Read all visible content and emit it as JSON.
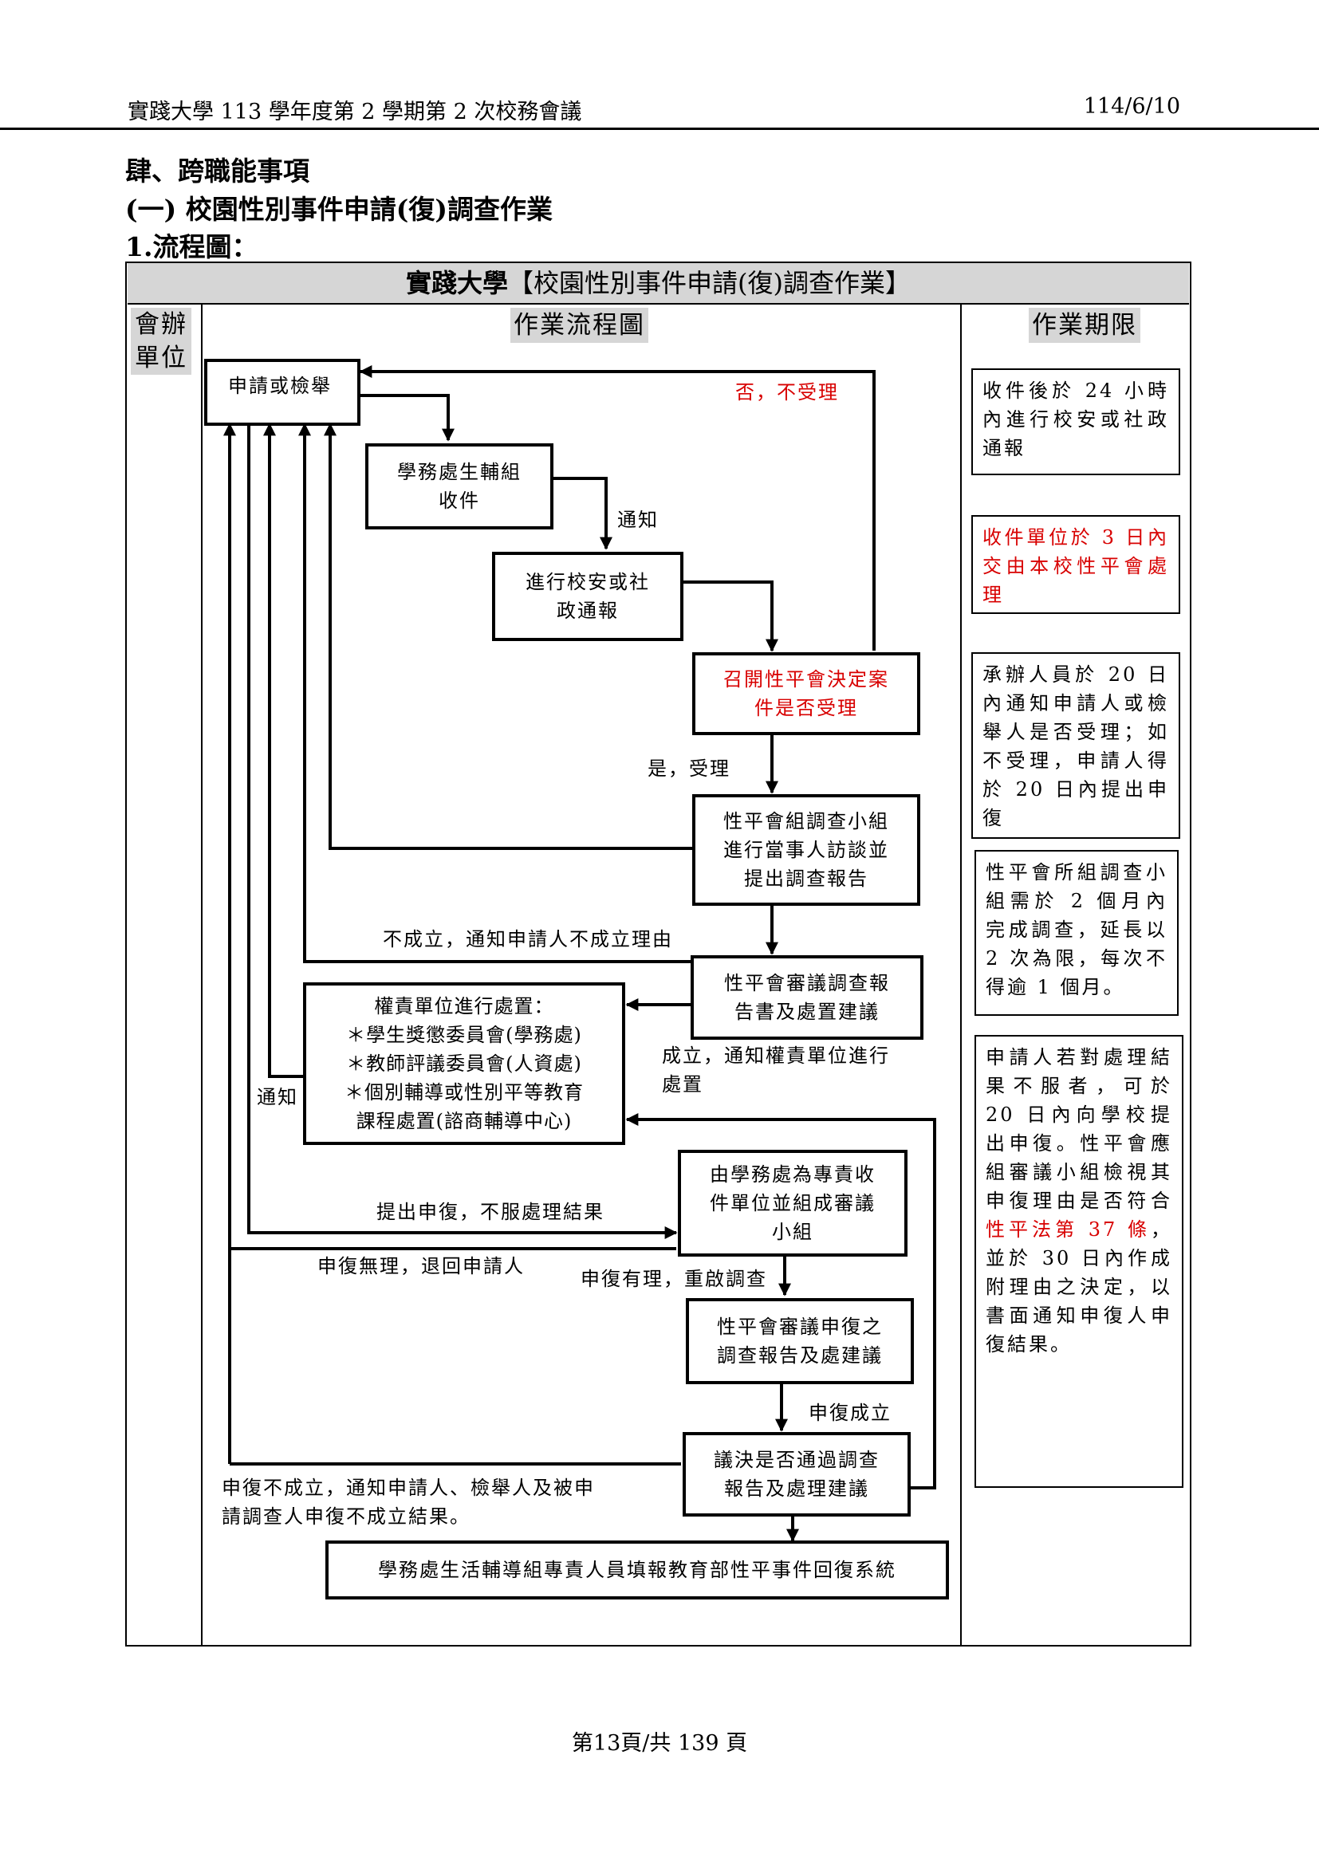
{
  "page_header": {
    "left": "實踐大學 113 學年度第 2 學期第 2 次校務會議",
    "right": "114/6/10"
  },
  "headings": {
    "section": "肆、跨職能事項",
    "subsection": "(一) 校園性別事件申請(復)調查作業",
    "item": "1.流程圖："
  },
  "table": {
    "title_school": "實踐大學",
    "title_name": "【校園性別事件申請(復)調查作業】",
    "col_unit": "會辦單位",
    "col_flow": "作業流程圖",
    "col_deadline": "作業期限"
  },
  "flow": {
    "apply": "申請或檢舉",
    "receive": "學務處生輔組\n收件",
    "report": "進行校安或社\n政通報",
    "meeting": "召開性平會決定案\n件是否受理",
    "investigate": "性平會組調查小組\n進行當事人訪談並\n提出調查報告",
    "review": "性平會審議調查報\n告書及處置建議",
    "handling": "權責單位進行處置：\n＊學生獎懲委員會(學務處)\n＊教師評議委員會(人資處)\n＊個別輔導或性別平等教育\n課程處置(諮商輔導中心)",
    "appeal_unit": "由學務處為專責收\n件單位並組成審議\n小組",
    "appeal_review": "性平會審議申復之\n調查報告及處建議",
    "resolve": "議決是否通過調查\n報告及處理建議",
    "system": "學務處生活輔導組專責人員填報教育部性平事件回復系統"
  },
  "labels": {
    "reject": "否，不受理",
    "notify": "通知",
    "accept": "是，受理",
    "not_established": "不成立，通知申請人不成立理由",
    "established": "成立，通知權責單位進行\n處置",
    "notify_left": "通知",
    "submit_appeal": "提出申復，不服處理結果",
    "appeal_invalid": "申復無理，退回申請人",
    "appeal_valid": "申復有理，重啟調查",
    "appeal_established": "申復成立",
    "appeal_not_established": "申復不成立，通知申請人、檢舉人及被申\n請調查人申復不成立結果。"
  },
  "deadlines": {
    "d1": "收件後於 24 小時內進行校安或社政通報",
    "d2": "收件單位於 3 日內交由本校性平會處理",
    "d3": "承辦人員於 20 日內通知申請人或檢舉人是否受理；如不受理，申請人得於 20 日內提出申復",
    "d4": "性平會所組調查小組需於 2 個月內完成調查，延長以 2 次為限，每次不得逾 1 個月。",
    "d5_a": "申請人若對處理結果不服者，可於 20 日內向學校提出申復。性平會應組審議小組檢視其申復理由是否符合",
    "d5_red": "性平法第 37 條",
    "d5_b": "，並於 30 日內作成附理由之決定，以書面通知申復人申復結果。"
  },
  "footer": "第13頁/共 139 頁",
  "colors": {
    "red": "#d80000",
    "header_gray": "#d6d6d6"
  }
}
